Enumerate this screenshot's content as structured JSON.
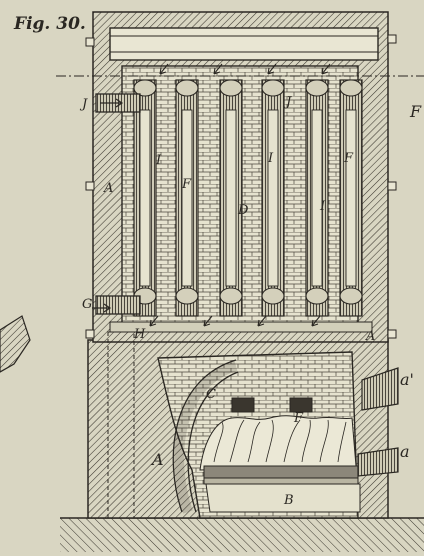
{
  "figure": {
    "title": "Fig. 30.",
    "labels": {
      "J_top": "J",
      "J_inner": "J",
      "A_left": "A",
      "A_right": "A",
      "A_base": "A",
      "F_edge": "F",
      "F_left": "F",
      "F_right": "F",
      "F_firebox": "F",
      "I_left": "I",
      "I_mid": "I",
      "I_right": "I",
      "D": "D",
      "G": "G",
      "H": "H",
      "C": "C",
      "B": "B",
      "a_prime": "a'",
      "a": "a"
    }
  },
  "colors": {
    "paper": "#d9d6c2",
    "ink": "#2a2722",
    "shade": "#9a9586",
    "fire": "#ebe8d6"
  }
}
